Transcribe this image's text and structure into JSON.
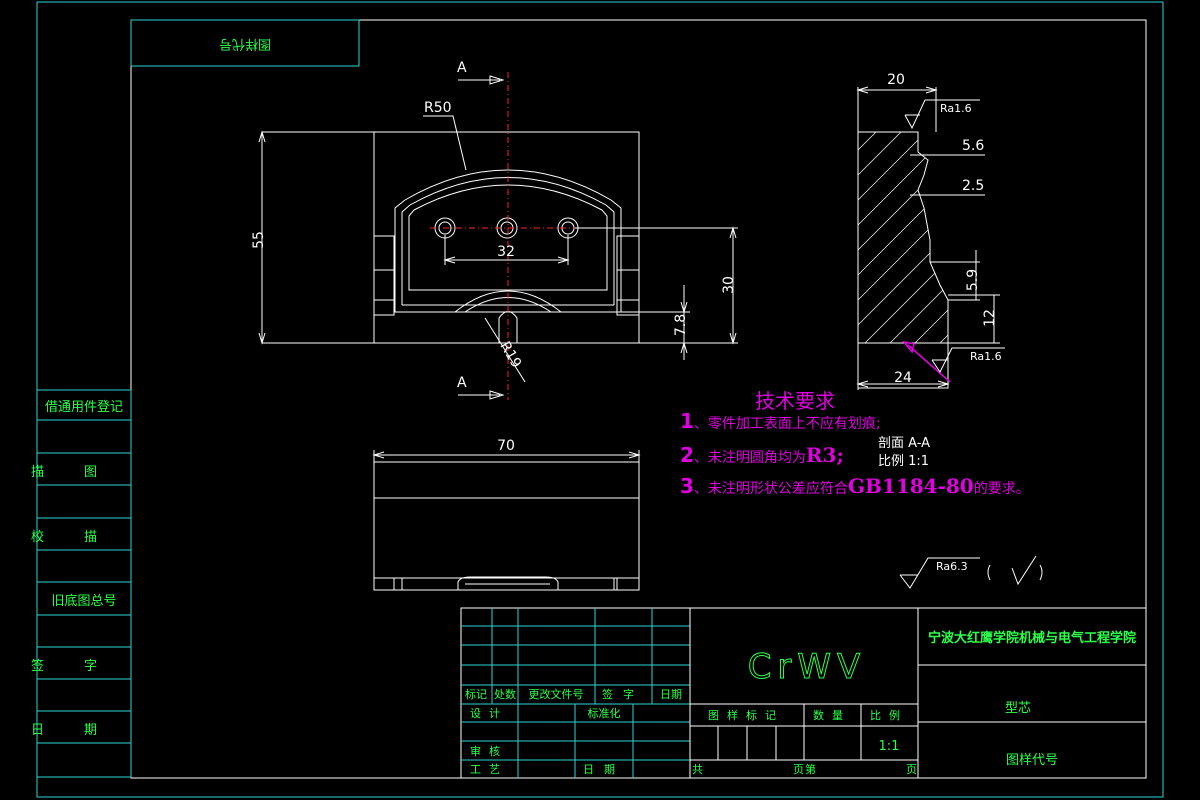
{
  "drawing": {
    "title_box_mirrored": "图样代号",
    "section_marks": {
      "top": "A",
      "bottom": "A"
    },
    "front_view": {
      "radius_top": "R50",
      "dim_height": "55",
      "dim_holes": "32",
      "dim_30": "30",
      "dim_7_8": "7.8",
      "radius_bottom": "R19"
    },
    "top_view": {
      "dim_width": "70"
    },
    "section_view": {
      "dim_top": "20",
      "ra_top": "Ra1.6",
      "dim_5_6": "5.6",
      "dim_2_5": "2.5",
      "dim_5_9": "5.9",
      "dim_12": "12",
      "dim_bottom": "24",
      "ra_bottom": "Ra1.6",
      "label": "剖面 A-A",
      "scale": "比例 1:1"
    },
    "tech_requirements": {
      "title": "技术要求",
      "items": [
        {
          "num": "1",
          "text_a": "、零件加工表面上不应有划痕;",
          "bold": "",
          "text_b": ""
        },
        {
          "num": "2",
          "text_a": "、未注明圆角均为",
          "bold": "R3;",
          "text_b": ""
        },
        {
          "num": "3",
          "text_a": "、未注明形状公差应符合",
          "bold": "GB1184-80",
          "text_b": "的要求。"
        }
      ]
    },
    "roughness_general": "Ra6.3"
  },
  "side_table": {
    "rows": [
      "借通用件登记",
      "描图",
      "校描",
      "旧底图总号",
      "签字",
      "日期"
    ]
  },
  "title_block": {
    "material": "CrWV",
    "school": "宁波大红鹰学院机械与电气工程学院",
    "part_name": "型芯",
    "drawing_code": "图样代号",
    "revision_headers": [
      "标记",
      "处数",
      "更改文件号",
      "签字",
      "日期"
    ],
    "design": "设计",
    "standardization": "标准化",
    "review": "审核",
    "process": "工艺",
    "date": "日期",
    "props_headers": [
      "图样标记",
      "数量",
      "比例"
    ],
    "scale_value": "1:1",
    "sheet_total": "共",
    "sheet_word_1": "页",
    "sheet_num": "第",
    "sheet_word_2": "页"
  }
}
